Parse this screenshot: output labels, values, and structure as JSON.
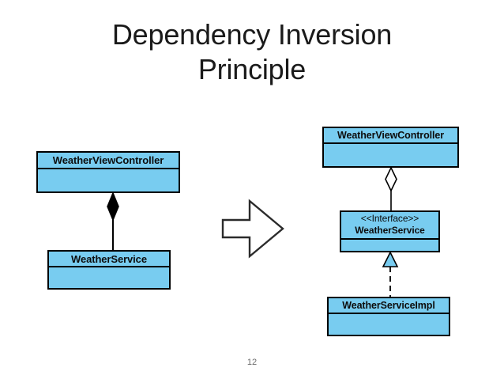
{
  "slide": {
    "title": "Dependency Inversion\nPrinciple",
    "page_number": "12",
    "background_color": "#ffffff"
  },
  "theme": {
    "class_fill": "#78CCF0",
    "class_border": "#000000",
    "text_color": "#0d0d0d",
    "title_color": "#1a1a1a",
    "page_number_color": "#6b6b6b"
  },
  "diagram_before": {
    "caption": "",
    "classes": [
      {
        "id": "left-controller",
        "name": "WeatherViewController",
        "stereotype": ""
      },
      {
        "id": "left-service",
        "name": "WeatherService",
        "stereotype": ""
      }
    ],
    "relationships": [
      {
        "id": "left-composition",
        "from": "left-controller",
        "to": "left-service",
        "type": "composition",
        "line_style": "solid",
        "source_marker": "filled-diamond",
        "target_marker": "none"
      }
    ]
  },
  "transition": {
    "icon": "right-block-arrow",
    "direction": "right"
  },
  "diagram_after": {
    "caption": "",
    "classes": [
      {
        "id": "right-controller",
        "name": "WeatherViewController",
        "stereotype": ""
      },
      {
        "id": "right-interface",
        "name": "WeatherService",
        "stereotype": "<<Interface>>"
      },
      {
        "id": "right-impl",
        "name": "WeatherServiceImpl",
        "stereotype": ""
      }
    ],
    "relationships": [
      {
        "id": "right-aggregation",
        "from": "right-controller",
        "to": "right-interface",
        "type": "aggregation",
        "line_style": "solid",
        "source_marker": "hollow-diamond",
        "target_marker": "none"
      },
      {
        "id": "right-realization",
        "from": "right-impl",
        "to": "right-interface",
        "type": "realization",
        "line_style": "dashed",
        "source_marker": "none",
        "target_marker": "hollow-triangle"
      }
    ]
  }
}
